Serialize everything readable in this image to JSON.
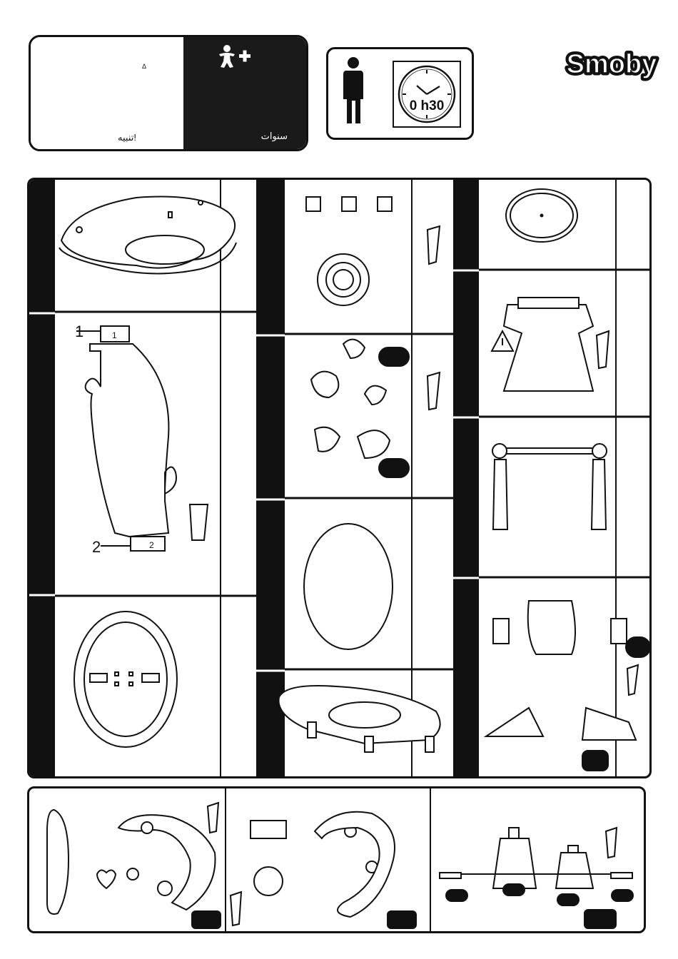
{
  "warning": {
    "symbol": "Δ",
    "label": "تنبيه!",
    "years_label": "سنوات"
  },
  "assembly": {
    "time": "0 h30"
  },
  "brand": {
    "logo_text": "Smoby"
  },
  "steps": {
    "callout_1": "1",
    "callout_2": "2",
    "part_label_1": "1",
    "part_label_2": "2"
  }
}
